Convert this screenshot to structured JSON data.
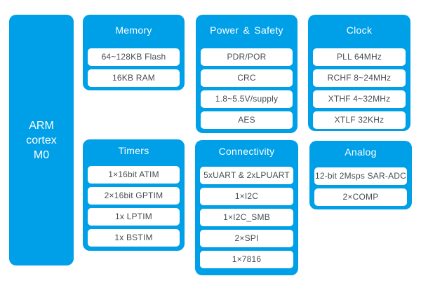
{
  "colors": {
    "accent_blue": "#00A0E9",
    "item_text": "#474E54",
    "header_text": "#FFFFFF",
    "page_background": "#FFFFFF"
  },
  "cpu": {
    "lines": [
      "ARM",
      "cortex",
      "M0"
    ]
  },
  "blocks": {
    "memory": {
      "title": "Memory",
      "items": [
        "64~128KB Flash",
        "16KB RAM"
      ]
    },
    "power_safety": {
      "title": "Power & Safety",
      "items": [
        "PDR/POR",
        "CRC",
        "1.8~5.5V/supply",
        "AES"
      ]
    },
    "clock": {
      "title": "Clock",
      "items": [
        "PLL 64MHz",
        "RCHF 8~24MHz",
        "XTHF 4~32MHz",
        "XTLF 32KHz"
      ]
    },
    "timers": {
      "title": "Timers",
      "items": [
        "1×16bit ATIM",
        "2×16bit GPTIM",
        "1x LPTIM",
        "1x BSTIM"
      ]
    },
    "connectivity": {
      "title": "Connectivity",
      "items": [
        "5xUART & 2xLPUART",
        "1×I2C",
        "1×I2C_SMB",
        "2×SPI",
        "1×7816"
      ]
    },
    "analog": {
      "title": "Analog",
      "items": [
        "12-bit 2Msps SAR-ADC",
        "2×COMP"
      ]
    }
  }
}
